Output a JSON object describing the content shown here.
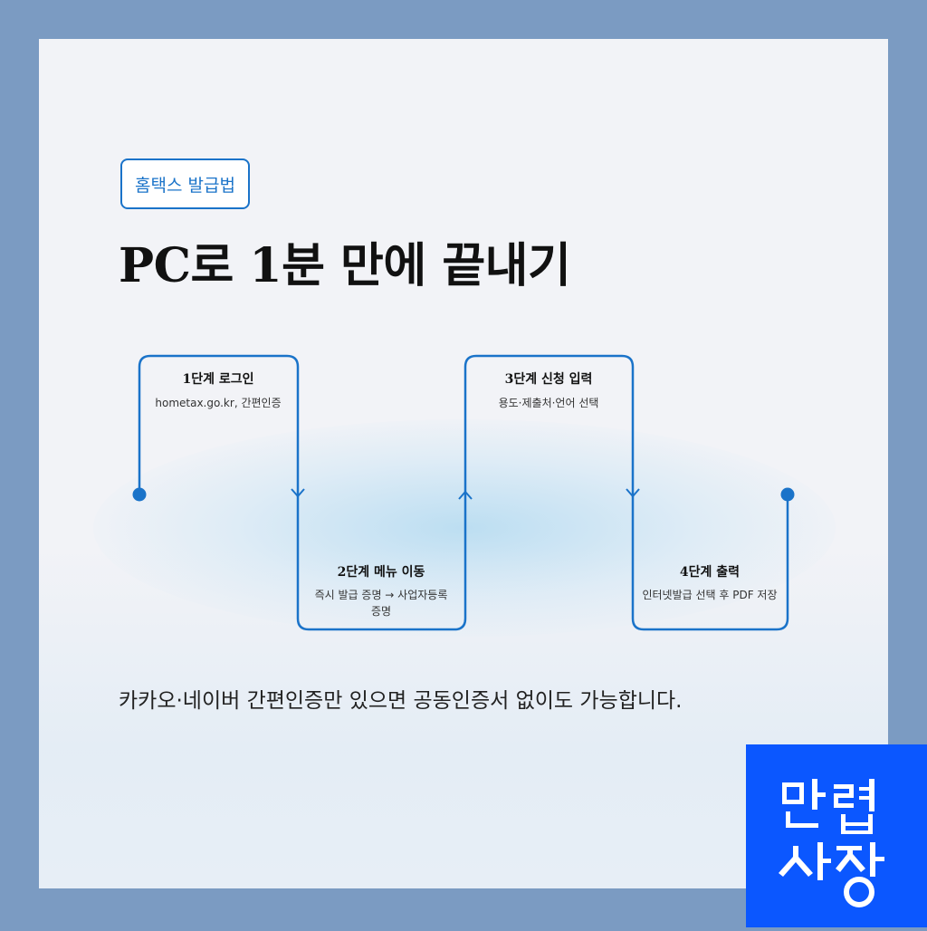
{
  "tag": "홈택스 발급법",
  "title": "PC로 1분 만에 끝내기",
  "steps": [
    {
      "title": "1단계 로그인",
      "desc": "hometax.go.kr, 간편인증"
    },
    {
      "title": "2단계 메뉴 이동",
      "desc": "즉시 발급 증명 → 사업자등록증명"
    },
    {
      "title": "3단계 신청 입력",
      "desc": "용도·제출처·언어 선택"
    },
    {
      "title": "4단계 출력",
      "desc": "인터넷발급 선택 후 PDF 저장"
    }
  ],
  "note": "카카오·네이버 간편인증만 있으면 공동인증서 없이도 가능합니다.",
  "logo": {
    "line1": "만렙",
    "line2": "사장"
  },
  "colors": {
    "accent": "#1a73c9",
    "logo_bg": "#0b57ff",
    "frame": "#7b9bc2"
  }
}
